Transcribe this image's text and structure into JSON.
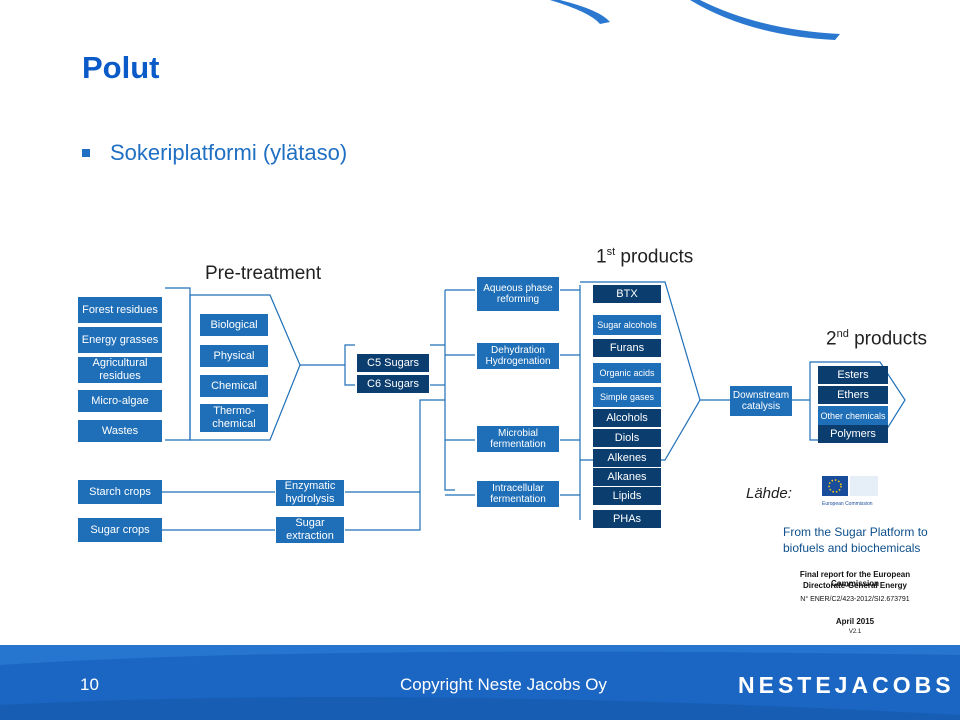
{
  "slide": {
    "title": "Polut",
    "bullet": "Sokeriplatformi (ylätaso)",
    "page_number": "10",
    "copyright": "Copyright Neste Jacobs Oy",
    "logo_text": "NESTEJACOBS",
    "accent_color": "#1f6fb8",
    "footer_color": "#1a66c2"
  },
  "diagram": {
    "pretreatment_heading": "Pre-treatment",
    "first_products_heading": "1",
    "first_products_sup": "st",
    "first_products_rest": " products",
    "second_products_heading": "2",
    "second_products_sup": "nd",
    "second_products_rest": " products",
    "feedstocks": {
      "forest": "Forest residues",
      "energy": "Energy grasses",
      "agri": "Agricultural residues",
      "algae": "Micro-algae",
      "wastes": "Wastes",
      "starch": "Starch crops",
      "sugar": "Sugar crops"
    },
    "pretreatments": {
      "biological": "Biological",
      "physical": "Physical",
      "chemical": "Chemical",
      "thermo": "Thermo-chemical",
      "enzymatic": "Enzymatic hydrolysis",
      "sugar_extraction": "Sugar extraction"
    },
    "sugars": {
      "c5": "C5 Sugars",
      "c6": "C6 Sugars"
    },
    "conversions": {
      "aqueous": "Aqueous phase reforming",
      "dehydration": "Dehydration Hydrogenation",
      "microbial": "Microbial fermentation",
      "intracellular": "Intracellular fermentation"
    },
    "first_products": {
      "btx": "BTX",
      "sugar_alcohols": "Sugar alcohols",
      "furans": "Furans",
      "organic_acids": "Organic acids",
      "simple_gases": "Simple gases",
      "alcohols": "Alcohols",
      "diols": "Diols",
      "alkenes": "Alkenes",
      "alkanes": "Alkanes",
      "lipids": "Lipids",
      "phas": "PHAs"
    },
    "downstream": "Downstream catalysis",
    "second_products": {
      "esters": "Esters",
      "ethers": "Ethers",
      "other": "Other chemicals",
      "polymers": "Polymers"
    }
  },
  "source": {
    "label": "Lähde:",
    "title": "From the Sugar Platform to biofuels and biochemicals",
    "report": "Final report for the European Commission",
    "dg": "Directorate-General Energy",
    "ref": "N° ENER/C2/423-2012/SI2.673791",
    "date": "April 2015",
    "version": "V2.1",
    "ec_label": "European Commission"
  }
}
